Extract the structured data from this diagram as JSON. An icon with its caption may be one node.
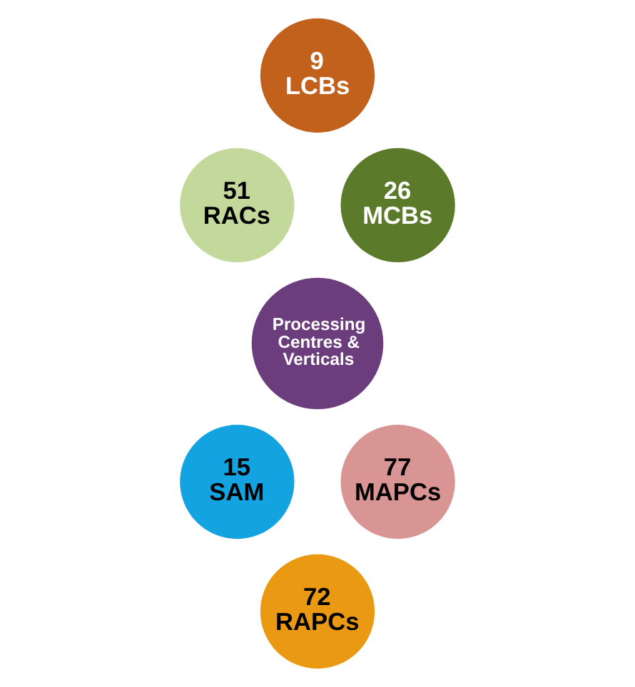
{
  "diagram": {
    "nodes": [
      {
        "text": [
          "Processing Centres & Verticals"
        ]
      },
      {
        "text": [
          "9",
          "LCBs"
        ]
      },
      {
        "text": [
          "26",
          "MCBs"
        ]
      },
      {
        "text": [
          "77",
          "MAPCs"
        ]
      },
      {
        "text": [
          "72",
          "RAPCs"
        ]
      },
      {
        "text": [
          "15",
          "SAM"
        ]
      },
      {
        "text": [
          "51",
          "RACs"
        ]
      }
    ],
    "edges": []
  }
}
